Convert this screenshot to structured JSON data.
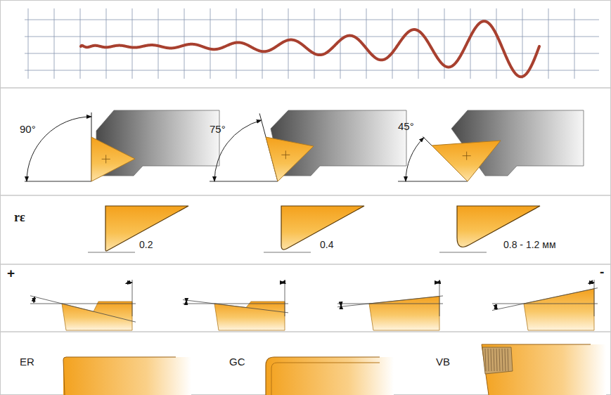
{
  "diagram": {
    "labels": [
      "90°",
      "75°",
      "45°",
      "rε",
      "0.2",
      "0.4",
      "0.8 - 1.2 мм",
      "+",
      "-",
      "ER",
      "GC",
      "VB"
    ]
  }
}
